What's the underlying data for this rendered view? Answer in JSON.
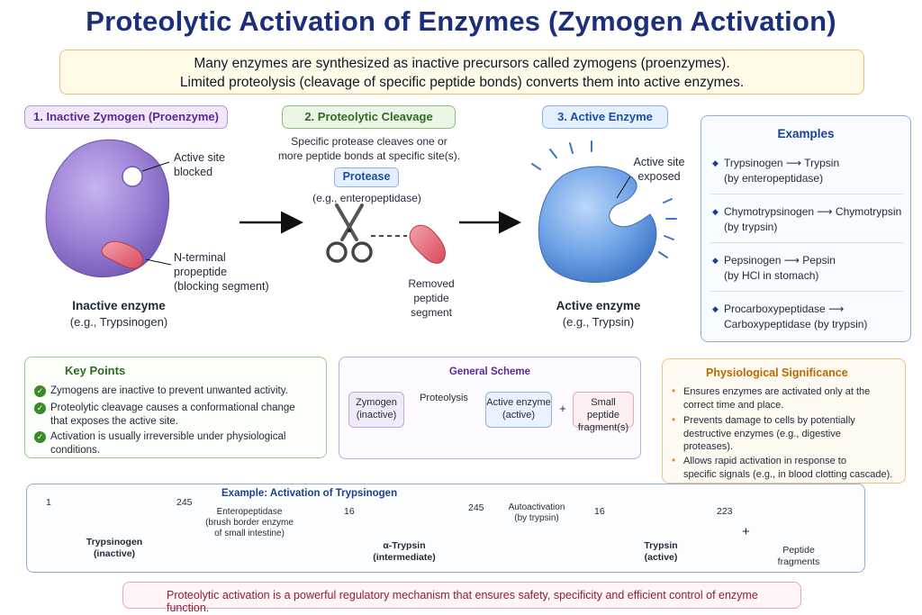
{
  "title": "Proteolytic Activation of Enzymes (Zymogen Activation)",
  "intro": {
    "line1": "Many enzymes are synthesized as inactive precursors called zymogens (proenzymes).",
    "line2": "Limited proteolysis (cleavage of specific peptide bonds) converts them into active enzymes."
  },
  "steps": {
    "step1": "1. Inactive Zymogen (Proenzyme)",
    "step2": "2. Proteolytic Cleavage",
    "step3": "3. Active Enzyme"
  },
  "panel1": {
    "active_site_label_1": "Active site",
    "active_site_label_2": "blocked",
    "propeptide_1": "N-terminal",
    "propeptide_2": "propeptide",
    "propeptide_3": "(blocking segment)",
    "caption_bold": "Inactive enzyme",
    "caption_sub": "(e.g., Trypsinogen)"
  },
  "panel2": {
    "desc_1": "Specific protease cleaves one or",
    "desc_2": "more peptide bonds at specific site(s).",
    "protease": "Protease",
    "protease_eg": "(e.g., enteropeptidase)",
    "removed_1": "Removed",
    "removed_2": "peptide",
    "removed_3": "segment"
  },
  "panel3": {
    "active_site_1": "Active site",
    "active_site_2": "exposed",
    "caption_bold": "Active enzyme",
    "caption_sub": "(e.g., Trypsin)"
  },
  "examples": {
    "title": "Examples",
    "items": [
      {
        "line1": "Trypsinogen  ⟶  Trypsin",
        "line2": "(by enteropeptidase)"
      },
      {
        "line1": "Chymotrypsinogen ⟶ Chymotrypsin",
        "line2": "(by trypsin)"
      },
      {
        "line1": "Pepsinogen  ⟶  Pepsin",
        "line2": "(by HCl in stomach)"
      },
      {
        "line1": "Procarboxypeptidase ⟶",
        "line2": "Carboxypeptidase (by trypsin)"
      }
    ]
  },
  "key_points": {
    "title": "Key Points",
    "items": [
      {
        "line1": "Zymogens are inactive to prevent unwanted activity.",
        "line2": ""
      },
      {
        "line1": "Proteolytic cleavage causes a conformational change",
        "line2": "that exposes the active site."
      },
      {
        "line1": "Activation is usually irreversible under physiological conditions.",
        "line2": ""
      }
    ]
  },
  "general_scheme": {
    "title": "General Scheme",
    "zymogen_1": "Zymogen",
    "zymogen_2": "(inactive)",
    "proteolysis": "Proteolysis",
    "active_1": "Active enzyme",
    "active_2": "(active)",
    "plus": "+",
    "small_1": "Small peptide",
    "small_2": "fragment(s)"
  },
  "physiological": {
    "title": "Physiological Significance",
    "items": [
      {
        "line1": "Ensures enzymes are activated only at the",
        "line2": "correct time and place.",
        "line3": ""
      },
      {
        "line1": "Prevents damage to cells by potentially",
        "line2": "destructive enzymes (e.g., digestive",
        "line3": "proteases)."
      },
      {
        "line1": "Allows rapid activation in response to",
        "line2": "specific signals (e.g., in blood clotting cascade).",
        "line3": ""
      }
    ]
  },
  "trypsin_example": {
    "title": "Example: Activation of Trypsinogen",
    "n1": "1",
    "n245": "245",
    "trypsinogen_1": "Trypsinogen",
    "trypsinogen_2": "(inactive)",
    "entero_1": "Enteropeptidase",
    "entero_2": "(brush border enzyme",
    "entero_3": "of small intestine)",
    "a16": "16",
    "a245": "245",
    "alpha_1": "α-Trypsin",
    "alpha_2": "(intermediate)",
    "auto_1": "Autoactivation",
    "auto_2": "(by trypsin)",
    "t16": "16",
    "t223": "223",
    "trypsin_1": "Trypsin",
    "trypsin_2": "(active)",
    "plus": "+",
    "peptide_1": "Peptide",
    "peptide_2": "fragments"
  },
  "footer": "Proteolytic activation is a powerful regulatory mechanism that ensures safety, specificity and efficient control of enzyme function.",
  "colors": {
    "title_navy": "#1c2f7a",
    "zymogen_purple": "#9b7fd4",
    "propeptide_pink": "#e06070",
    "active_blue": "#5a93dc"
  }
}
